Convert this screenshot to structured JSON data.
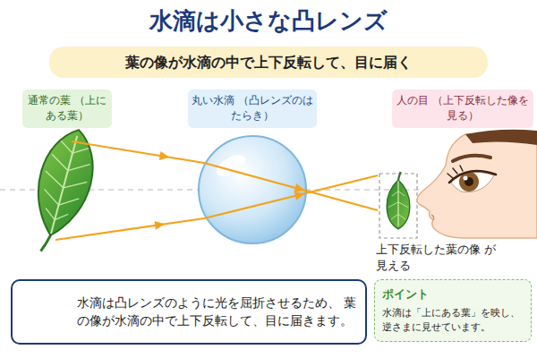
{
  "diagram": {
    "title": "水滴は小さな凸レンズ",
    "nodes": [
      {
        "text": [
          "葉の像が水滴の中で上下反転して、目に届く"
        ]
      },
      {
        "text": [
          "通常の葉 （上にある葉）"
        ]
      },
      {
        "text": [
          "丸い水滴 （凸レンズのはたらき）"
        ]
      },
      {
        "text": [
          "人の目 （上下反転した像を見る）"
        ]
      },
      {
        "text": [
          "水滴は凸レンズのように光を屈折させるため、 葉の像が水滴の中で上下反転して、目に届きます。"
        ]
      },
      {
        "text": [
          "ポイント",
          "水滴は「上にある葉」を映し、 逆さまに見せています。"
        ]
      }
    ],
    "labels": [
      "上下反転した葉の像 が見える"
    ]
  }
}
